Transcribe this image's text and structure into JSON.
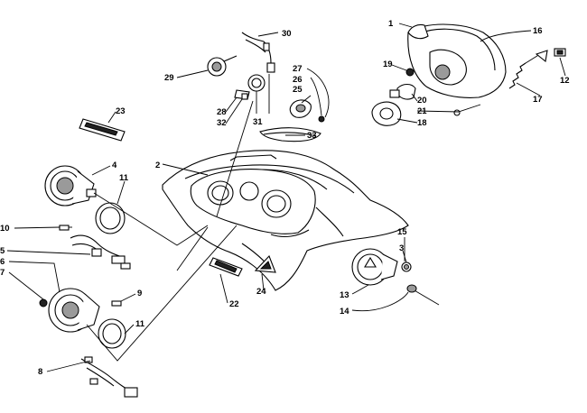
{
  "callouts": [
    {
      "key": "c1",
      "text": "1"
    },
    {
      "key": "c2",
      "text": "2"
    },
    {
      "key": "c3",
      "text": "3"
    },
    {
      "key": "c4",
      "text": "4"
    },
    {
      "key": "c5",
      "text": "5"
    },
    {
      "key": "c6",
      "text": "6"
    },
    {
      "key": "c7",
      "text": "7"
    },
    {
      "key": "c8",
      "text": "8"
    },
    {
      "key": "c9",
      "text": "9"
    },
    {
      "key": "c10",
      "text": "10"
    },
    {
      "key": "c11a",
      "text": "11"
    },
    {
      "key": "c11b",
      "text": "11"
    },
    {
      "key": "c12",
      "text": "12"
    },
    {
      "key": "c13",
      "text": "13"
    },
    {
      "key": "c14",
      "text": "14"
    },
    {
      "key": "c15",
      "text": "15"
    },
    {
      "key": "c16",
      "text": "16"
    },
    {
      "key": "c17",
      "text": "17"
    },
    {
      "key": "c18",
      "text": "18"
    },
    {
      "key": "c19",
      "text": "19"
    },
    {
      "key": "c20",
      "text": "20"
    },
    {
      "key": "c21",
      "text": "21"
    },
    {
      "key": "c22",
      "text": "22"
    },
    {
      "key": "c23",
      "text": "23"
    },
    {
      "key": "c24",
      "text": "24"
    },
    {
      "key": "c25",
      "text": "25"
    },
    {
      "key": "c26",
      "text": "26"
    },
    {
      "key": "c27",
      "text": "27"
    },
    {
      "key": "c28",
      "text": "28"
    },
    {
      "key": "c29",
      "text": "29"
    },
    {
      "key": "c30",
      "text": "30"
    },
    {
      "key": "c31",
      "text": "31"
    },
    {
      "key": "c32",
      "text": "32"
    },
    {
      "key": "c33",
      "text": "33"
    }
  ]
}
